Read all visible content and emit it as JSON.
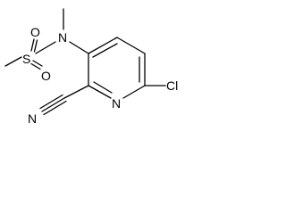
{
  "molecule": {
    "atoms": {
      "sulfur": "S",
      "nitrogen_amide": "N",
      "nitrogen_ring": "N",
      "nitrogen_nitrile": "N",
      "oxygen_top": "O",
      "oxygen_bottom": "O",
      "chlorine": "Cl"
    },
    "colors": {
      "bond": "#000000",
      "label": "#000000",
      "background": "#ffffff"
    }
  }
}
